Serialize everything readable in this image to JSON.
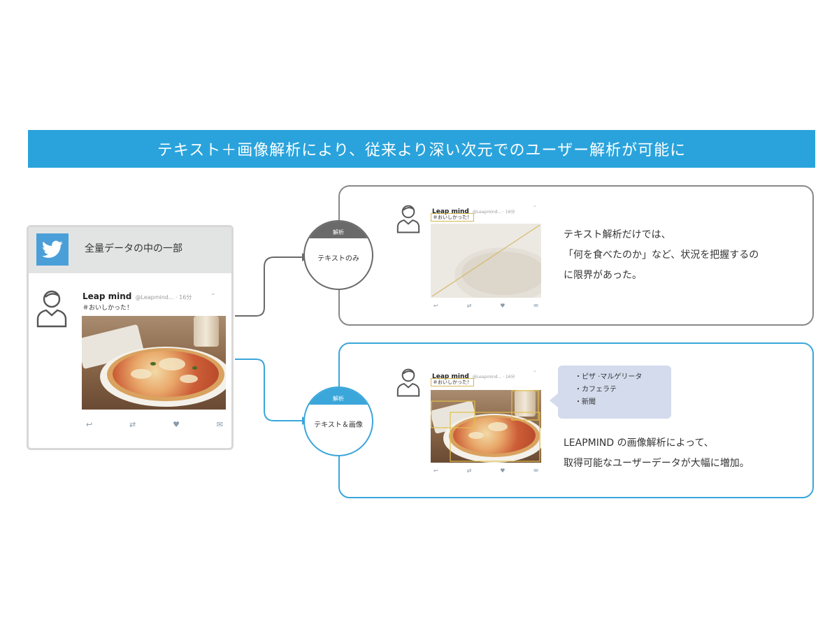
{
  "header": {
    "title": "テキスト＋画像解析により、従来より深い次元でのユーザー解析が可能に"
  },
  "source_card": {
    "label": "全量データの中の一部",
    "tweet": {
      "name": "Leap mind",
      "handle": "@Leapmind... · 16分",
      "text": "＃おいしかった！"
    }
  },
  "branch_text_only": {
    "caption": "解析",
    "label": "テキストのみ",
    "tweet": {
      "name": "Leap mind",
      "handle": "@Leapmind... · 16分",
      "text": "＃おいしかった！"
    },
    "description": [
      "テキスト解析だけでは、",
      "「何を食べたのか」など、状況を把握するの",
      "に限界があった。"
    ]
  },
  "branch_text_image": {
    "caption": "解析",
    "label": "テキスト＆画像",
    "tweet": {
      "name": "Leap mind",
      "handle": "@Leapmind... · 16分",
      "text": "＃おいしかった！"
    },
    "detected_items": [
      "・ピザ ·マルゲリータ",
      "・カフェラテ",
      "・新聞"
    ],
    "description": [
      "LEAPMIND の画像解析によって、",
      "取得可能なユーザーデータが大幅に増加。"
    ]
  },
  "colors": {
    "banner": "#2aa3dc",
    "twitter_blue": "#4a9fd8",
    "text_only_gray": "#6a6a6a",
    "image_blue": "#3aa6da",
    "bubble": "#d3dbed"
  },
  "icons": [
    "twitter-bird-icon",
    "user-avatar-icon",
    "reply-icon",
    "retweet-icon",
    "like-icon",
    "message-icon",
    "chevron-down-icon"
  ]
}
